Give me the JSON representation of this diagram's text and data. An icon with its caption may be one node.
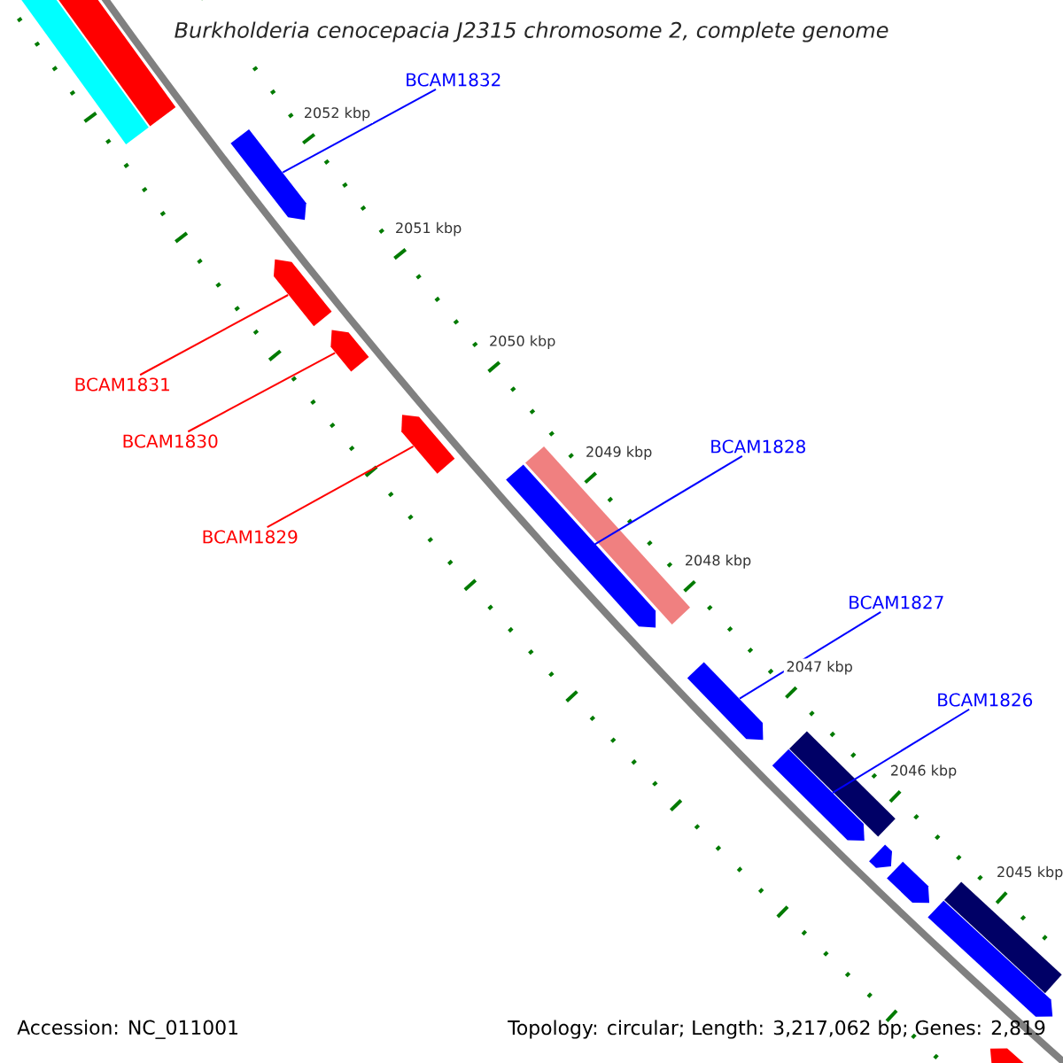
{
  "diagram": {
    "title": "Burkholderia cenocepacia J2315 chromosome 2, complete genome",
    "nodes": [
      {
        "text": [
          "BCAM1832"
        ]
      },
      {
        "text": [
          "BCAM1831"
        ]
      },
      {
        "text": [
          "BCAM1830"
        ]
      },
      {
        "text": [
          "BCAM1829"
        ]
      },
      {
        "text": [
          "BCAM1828"
        ]
      },
      {
        "text": [
          "BCAM1827"
        ]
      },
      {
        "text": [
          "BCAM1826"
        ]
      },
      {
        "text": [],
        "shape": "arrow"
      },
      {
        "text": [],
        "shape": "arrow"
      },
      {
        "text": [],
        "shape": "arrow"
      },
      {
        "text": [],
        "shape": "arrow"
      },
      {
        "text": [],
        "shape": "arrow"
      },
      {
        "text": [],
        "shape": "arrow"
      },
      {
        "text": [],
        "shape": "arrow"
      },
      {
        "text": [],
        "shape": "bar"
      },
      {
        "text": [],
        "shape": "bar"
      },
      {
        "text": [],
        "shape": "bar"
      },
      {
        "text": [],
        "shape": "bar"
      },
      {
        "text": [],
        "shape": "arrow"
      },
      {
        "text": [],
        "shape": "arrow"
      },
      {
        "text": [],
        "shape": "bar"
      },
      {
        "text": [],
        "shape": "arrow"
      },
      {
        "text": [],
        "shape": "arrow"
      }
    ],
    "edges": [
      {
        "from": 0,
        "to": 7,
        "arrow": "none"
      },
      {
        "from": 1,
        "to": 8,
        "arrow": "none",
        "color": "#ff0000"
      },
      {
        "from": 2,
        "to": 9,
        "arrow": "none",
        "color": "#ff0000"
      },
      {
        "from": 3,
        "to": 10,
        "arrow": "none",
        "color": "#ff0000"
      },
      {
        "from": 4,
        "to": 11,
        "arrow": "none"
      },
      {
        "from": 5,
        "to": 12,
        "arrow": "none"
      },
      {
        "from": 6,
        "to": 13,
        "arrow": "none"
      }
    ],
    "labels": [
      "2052 kbp",
      "2051 kbp",
      "2050 kbp",
      "2049 kbp",
      "2048 kbp",
      "2047 kbp",
      "2046 kbp",
      "2045 kbp",
      "Accession: NC_011001",
      "Topology: circular; Length: 3,217,062 bp; Genes: 2,819"
    ]
  }
}
